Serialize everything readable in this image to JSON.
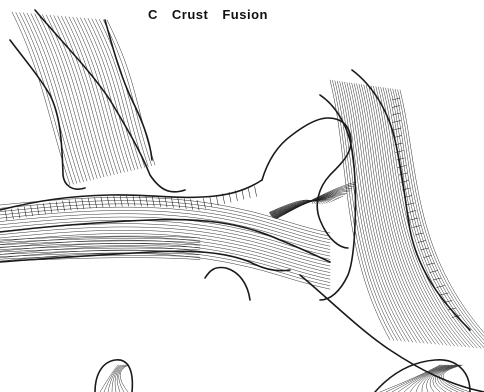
{
  "caption": {
    "letter": "C",
    "word1": "Crust",
    "word2": "Fusion"
  }
}
